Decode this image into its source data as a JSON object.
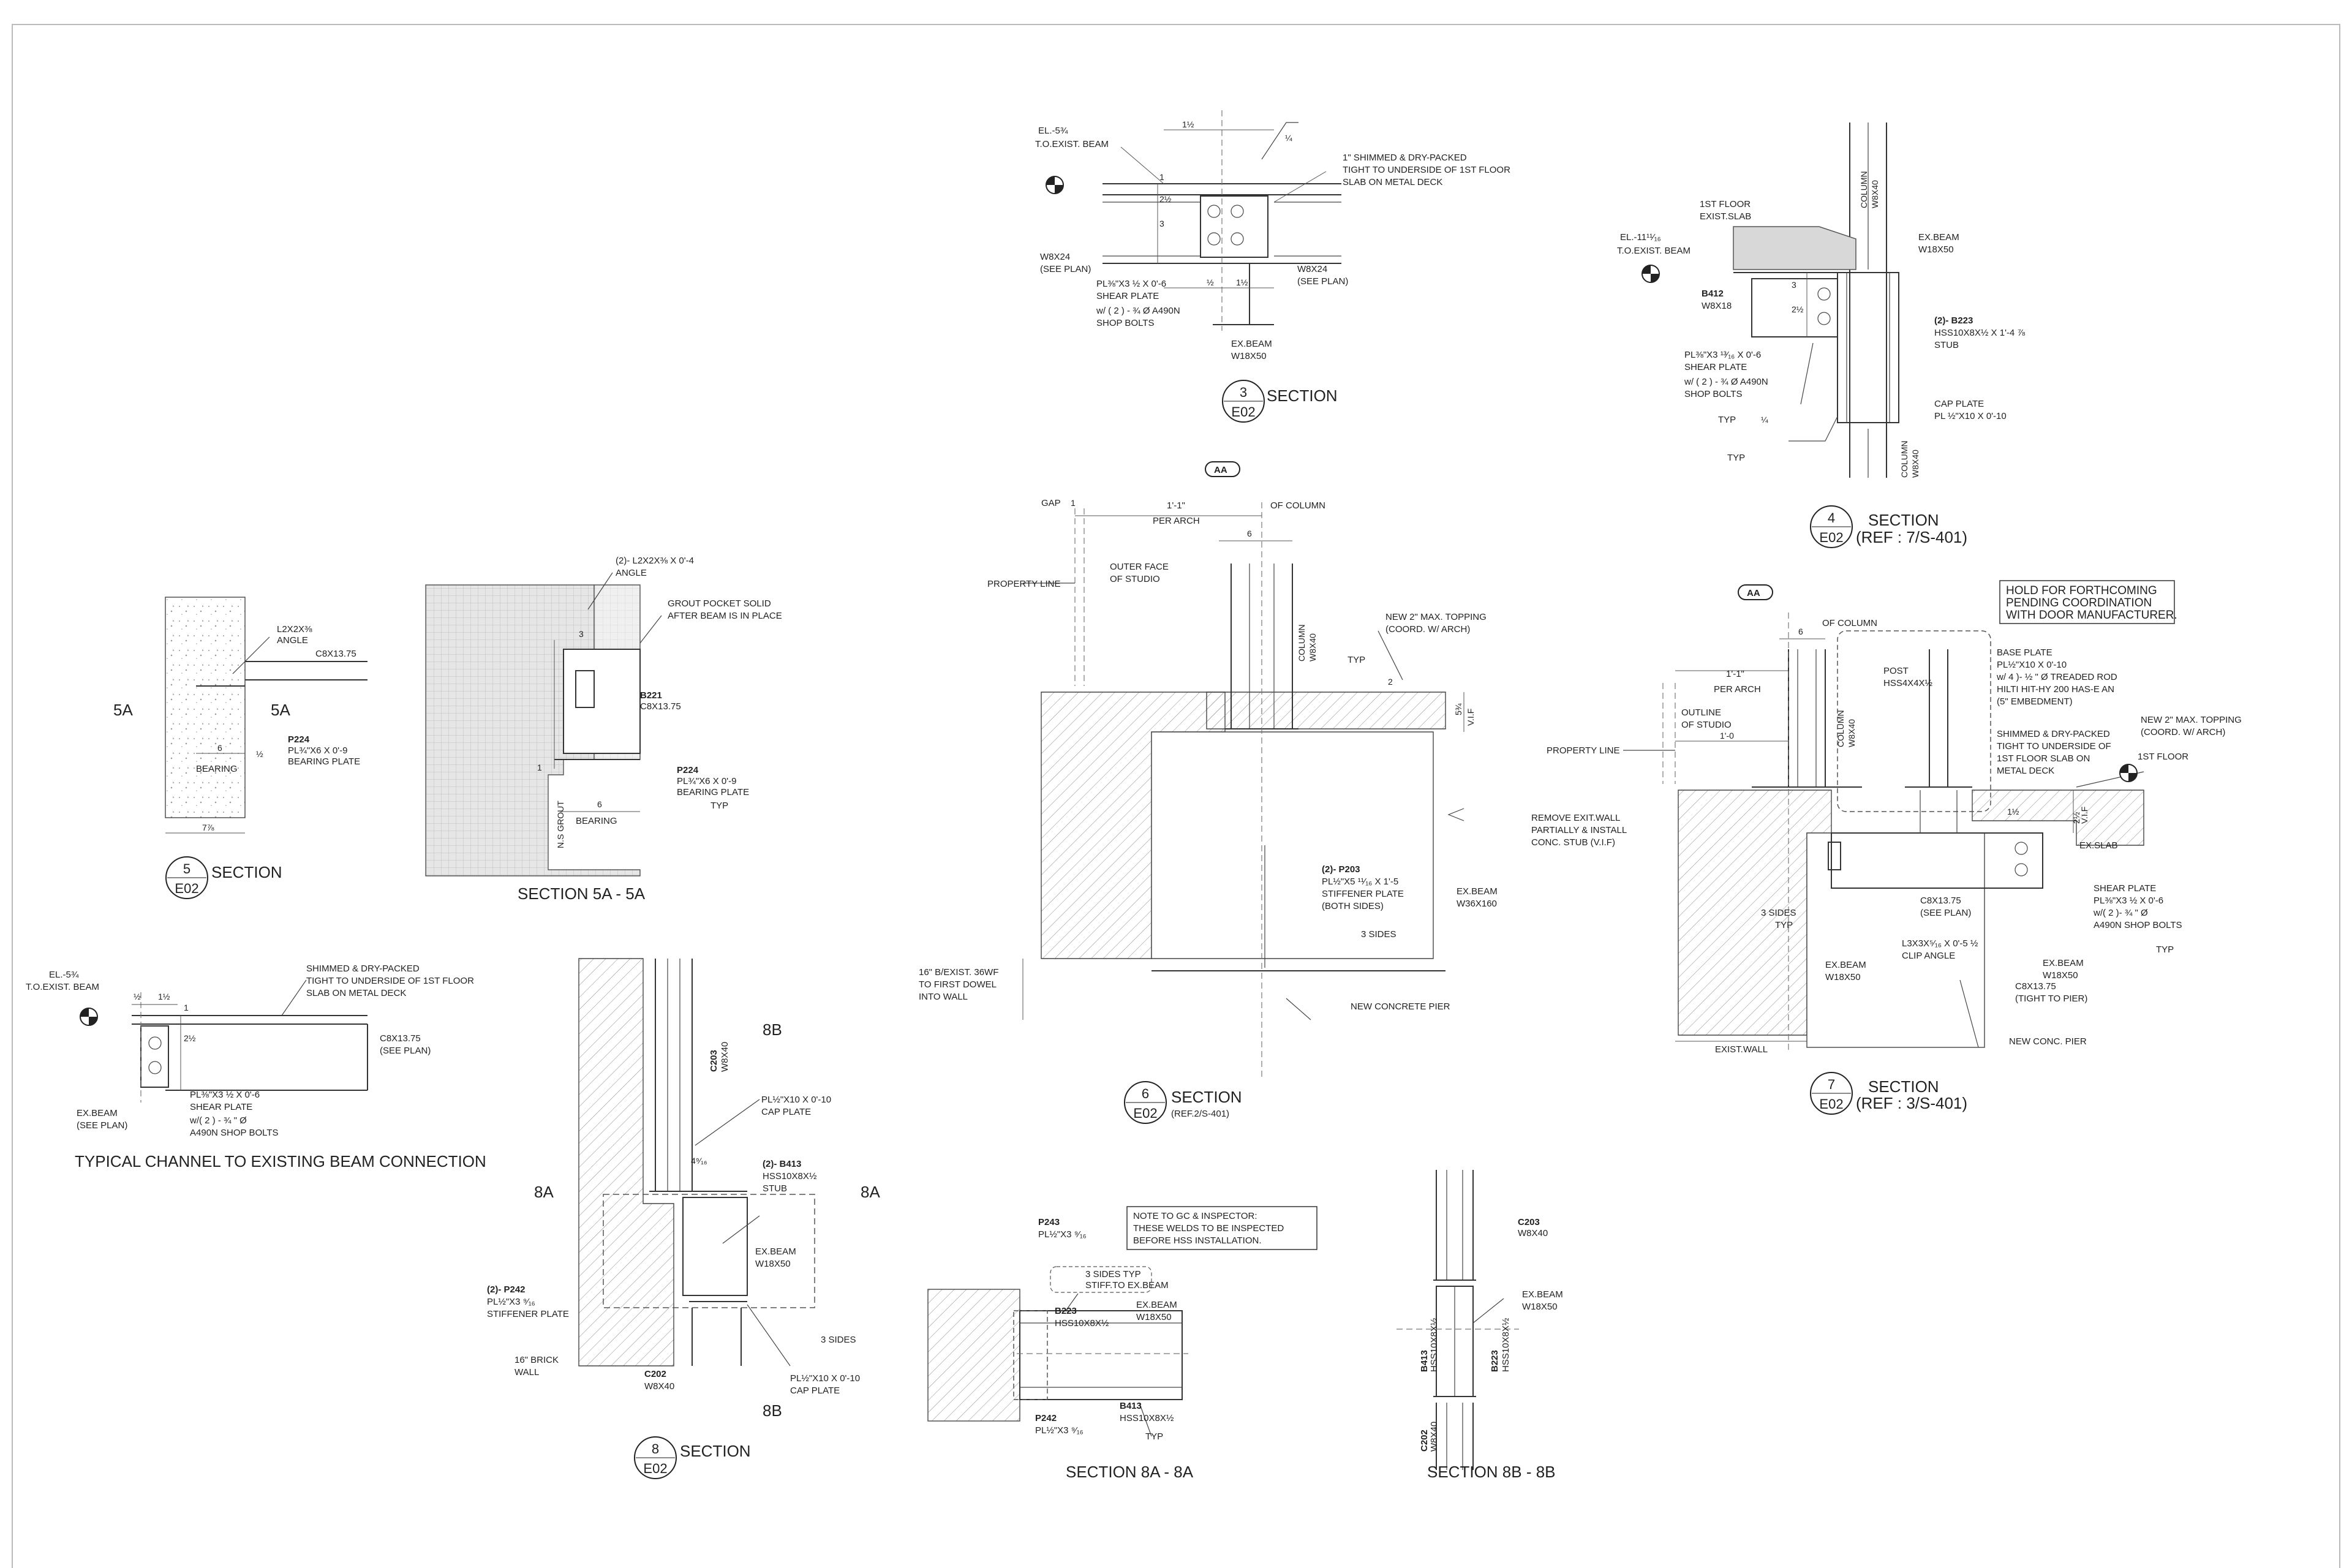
{
  "details": {
    "d3": {
      "number": "3",
      "sheet": "E02",
      "title": "SECTION",
      "labels": {
        "el": "EL.-5¾",
        "te": "T.O.EXIST. BEAM",
        "note": "1\" SHIMMED & DRY-PACKED",
        "note2": "TIGHT TO UNDERSIDE OF 1ST FLOOR",
        "note3": "SLAB  ON METAL DECK",
        "w8l": "W8X24",
        "w8l2": "(SEE PLAN)",
        "w8r": "W8X24",
        "w8r2": "(SEE PLAN)",
        "pl": "PL⅜\"X3 ½ X 0'-6",
        "pl2": "SHEAR PLATE",
        "bolts": "w/ ( 2 ) - ¾ Ø A490N",
        "bolts2": "SHOP BOLTS",
        "exb": "EX.BEAM",
        "exb2": "W18X50",
        "d1": "1½",
        "d2": "1½",
        "d3": "1",
        "d4": "2½",
        "d5": "3",
        "d6": "½",
        "weld": "¼"
      }
    },
    "d4": {
      "number": "4",
      "sheet": "E02",
      "title": "SECTION",
      "ref": "(REF : 7/S-401)",
      "labels": {
        "col": "COLUMN",
        "col2": "W8X40",
        "slab": "1ST FLOOR",
        "slab2": "EXIST.SLAB",
        "el": "EL.-11¹¹⁄₁₆",
        "te": "T.O.EXIST. BEAM",
        "exb": "EX.BEAM",
        "exb2": "W18X50",
        "bm": "B412",
        "bm2": "W8X18",
        "stub": "(2)- B223",
        "stub2": "HSS10X8X½ X 1'-4 ⅞",
        "stub3": "STUB",
        "pl": "PL⅜\"X3 ¹³⁄₁₆ X 0'-6",
        "pl2": "SHEAR PLATE",
        "bolts": "w/ ( 2 ) - ¾ Ø A490N",
        "bolts2": "SHOP BOLTS",
        "typ": "TYP",
        "cap": "CAP PLATE",
        "cap2": "PL ½\"X10 X 0'-10",
        "d1": "3",
        "d2": "2½",
        "weld": "¼"
      }
    },
    "d5": {
      "number": "5",
      "sheet": "E02",
      "title": "SECTION",
      "labels": {
        "ang": "L2X2X⅜",
        "ang2": "ANGLE",
        "ch": "C8X13.75",
        "bp": "P224",
        "bp2": "PL¾\"X6 X 0'-9",
        "bp3": "BEARING PLATE",
        "bear": "BEARING",
        "d1": "6",
        "d2": "7⅞",
        "d3": "½",
        "cut": "5A"
      }
    },
    "d5a": {
      "title": "SECTION 5A - 5A",
      "labels": {
        "ang": "(2)- L2X2X⅜ X 0'-4",
        "ang2": "ANGLE",
        "grout": "GROUT POCKET SOLID",
        "grout2": "AFTER BEAM IS IN PLACE",
        "bm": "B221",
        "bm2": "C8X13.75",
        "bp": "P224",
        "bp2": "PL¾\"X6 X 0'-9",
        "bp3": "BEARING PLATE",
        "typ": "TYP",
        "ns": "N.S GROUT",
        "bear": "BEARING",
        "d1": "3",
        "d2": "6",
        "d3": "1"
      }
    },
    "dtyp": {
      "title": "TYPICAL CHANNEL TO EXISTING BEAM CONNECTION",
      "labels": {
        "el": "EL.-5¾",
        "te": "T.O.EXIST. BEAM",
        "note": "SHIMMED & DRY-PACKED",
        "note2": "TIGHT TO UNDERSIDE OF 1ST FLOOR",
        "note3": "SLAB  ON METAL DECK",
        "ch": "C8X13.75",
        "ch2": "(SEE PLAN)",
        "exb": "EX.BEAM",
        "exb2": "(SEE PLAN)",
        "pl": "PL⅜\"X3 ½ X 0'-6",
        "pl2": "SHEAR PLATE",
        "bolts": "w/( 2 ) - ¾ \" Ø",
        "bolts2": "A490N SHOP BOLTS",
        "d1": "½",
        "d2": "1½",
        "d3": "1",
        "d4": "2½"
      }
    },
    "d6": {
      "number": "6",
      "sheet": "E02",
      "title": "SECTION",
      "ref": "(REF.2/S-401)",
      "labels": {
        "aa": "AA",
        "gap": "GAP",
        "gap1": "1",
        "arch": "1'-1\"",
        "arch2": "PER ARCH",
        "ofcol": "OF COLUMN",
        "d6": "6",
        "prop": "PROPERTY LINE",
        "outer": "OUTER FACE",
        "outer2": "OF STUDIO",
        "col": "COLUMN",
        "col2": "W8X40",
        "typ": "TYP",
        "top": "NEW 2\" MAX. TOPPING",
        "top2": "(COORD. W/ ARCH)",
        "vif": "V.I.F",
        "vifd": "5¾",
        "two": "2",
        "st": "(2)- P203",
        "st2": "PL½\"X5 ¹¹⁄₁₆ X 1'-5",
        "st3": "STIFFENER PLATE",
        "st4": "(BOTH SIDES)",
        "three": "3 SIDES",
        "exb": "EX.BEAM",
        "exb2": "W36X160",
        "wall": "16\" B/EXIST. 36WF",
        "wall2": "TO FIRST DOWEL",
        "wall3": "INTO WALL",
        "pier": "NEW CONCRETE PIER"
      }
    },
    "d7": {
      "number": "7",
      "sheet": "E02",
      "title": "SECTION",
      "ref": "(REF : 3/S-401)",
      "labels": {
        "aa": "AA",
        "hold": "HOLD FOR FORTHCOMING",
        "hold2": "PENDING COORDINATION",
        "hold3": "WITH DOOR  MANUFACTURER.",
        "d6": "6",
        "ofcol": "OF COLUMN",
        "post": "POST",
        "post2": "HSS4X4X½",
        "base": "BASE PLATE",
        "base2": "PL½\"X10 X 0'-10",
        "base3": "w/ 4 )- ½ \" Ø TREADED ROD",
        "base4": "HILTI HIT-HY 200 HAS-E AN",
        "base5": "(5\" EMBEDMENT)",
        "arch": "1'-1\"",
        "arch2": "PER ARCH",
        "outline": "OUTLINE",
        "outline2": "OF STUDIO",
        "col": "COLUMN",
        "col2": "W8X40",
        "shim": "SHIMMED & DRY-PACKED",
        "shim2": "TIGHT TO UNDERSIDE OF",
        "shim3": "1ST FLOOR  SLAB  ON",
        "shim4": "METAL DECK",
        "top": "NEW 2\" MAX. TOPPING",
        "top2": "(COORD. W/ ARCH)",
        "floor": "1ST FLOOR",
        "prop": "PROPERTY LINE",
        "d10": "1'-0",
        "remove": "REMOVE EXIT.WALL",
        "remove2": "PARTIALLY & INSTALL",
        "remove3": "CONC. STUB (V.I.F)",
        "vif": "V.I.F",
        "exslab": "EX.SLAB",
        "three": "3 SIDES",
        "typ": "TYP",
        "ch": "C8X13.75",
        "ch2": "(SEE PLAN)",
        "sp": "SHEAR PLATE",
        "sp2": "PL⅜\"X3 ½ X 0'-6",
        "sp3": "w/( 2 )- ¾ \" Ø",
        "sp4": "A490N SHOP BOLTS",
        "exb": "EX.BEAM",
        "exb2": "W18X50",
        "clip": "L3X3X⁵⁄₁₆ X 0'-5 ½",
        "clip2": "CLIP ANGLE",
        "exb3": "EX.BEAM",
        "exb4": "W18X50",
        "ch3": "C8X13.75",
        "ch4": "(TIGHT TO PIER)",
        "wall": "EXIST.WALL",
        "pier": "NEW CONC. PIER",
        "d1": "1½",
        "d2": "2½"
      }
    },
    "d8": {
      "number": "8",
      "sheet": "E02",
      "title": "SECTION",
      "labels": {
        "c203": "C203",
        "c2032": "W8X40",
        "cap": "PL½\"X10 X 0'-10",
        "cap2": "CAP PLATE",
        "stub": "(2)- B413",
        "stub2": "HSS10X8X½",
        "stub3": "STUB",
        "d": "4⁹⁄₁₆",
        "exb": "EX.BEAM",
        "exb2": "W18X50",
        "st": "(2)- P242",
        "st2": "PL½\"X3 ⁹⁄₁₆",
        "st3": "STIFFENER PLATE",
        "wall": "16\" BRICK",
        "wall2": "WALL",
        "three": "3 SIDES",
        "c202": "C202",
        "c2022": "W8X40",
        "cap3": "PL½\"X10 X 0'-10",
        "cap4": "CAP PLATE",
        "cut8a": "8A",
        "cut8b": "8B"
      }
    },
    "d8a": {
      "title": "SECTION 8A - 8A",
      "labels": {
        "note": "NOTE TO GC & INSPECTOR:",
        "note2": "THESE WELDS TO BE INSPECTED",
        "note3": "BEFORE HSS INSTALLATION.",
        "p243": "P243",
        "p2432": "PL½\"X3 ⁹⁄₁₆",
        "three": "3 SIDES TYP",
        "three2": "STIFF.TO EX.BEAM",
        "b223": "B223",
        "b2232": "HSS10X8X½",
        "exb": "EX.BEAM",
        "exb2": "W18X50",
        "b413": "B413",
        "b4132": "HSS10X8X½",
        "p242": "P242",
        "p2422": "PL½\"X3 ⁹⁄₁₆",
        "typ": "TYP"
      }
    },
    "d8b": {
      "title": "SECTION 8B - 8B",
      "labels": {
        "c203": "C203",
        "c2032": "W8X40",
        "exb": "EX.BEAM",
        "exb2": "W18X50",
        "b413": "B413",
        "b4132": "HSS10X8X½",
        "b223": "B223",
        "b2232": "HSS10X8X½",
        "c202": "C202",
        "c2022": "W8X40"
      }
    }
  }
}
